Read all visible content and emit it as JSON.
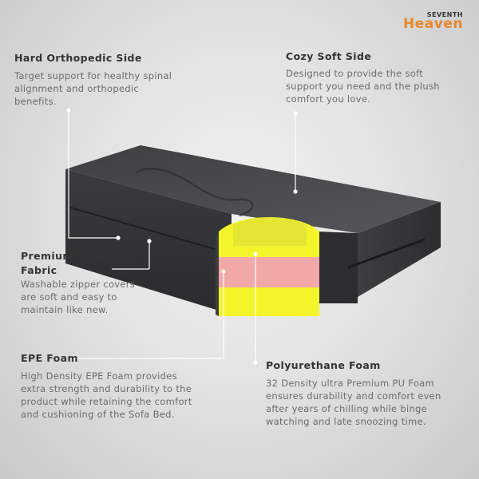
{
  "brand": {
    "top": "SEVENTH",
    "name": "Heaven"
  },
  "features": {
    "orthopedic": {
      "title": "Hard Orthopedic Side",
      "text": "Target support for healthy spinal alignment and orthopedic benefits."
    },
    "cozy": {
      "title": "Cozy Soft Side",
      "text": "Designed to provide the soft support you need and the plush  comfort you love."
    },
    "fabric": {
      "title": "Premium Washable Fabric",
      "text": "Washable zipper covers are soft and easy to maintain like new."
    },
    "epe": {
      "title": "EPE Foam",
      "text": "High Density EPE Foam provides extra strength and durability to the product while retaining the comfort and cushioning of the Sofa Bed."
    },
    "pu": {
      "title": "Polyurethane Foam",
      "text": "32 Density ultra Premium PU Foam ensures durability and comfort even after years of chilling while binge watching and late snoozing time."
    }
  },
  "colors": {
    "fabric": "#4a4b4d",
    "fabric_dark": "#2f3032",
    "foam_yellow": "#f4f42a",
    "foam_pink": "#f2a8a8"
  }
}
